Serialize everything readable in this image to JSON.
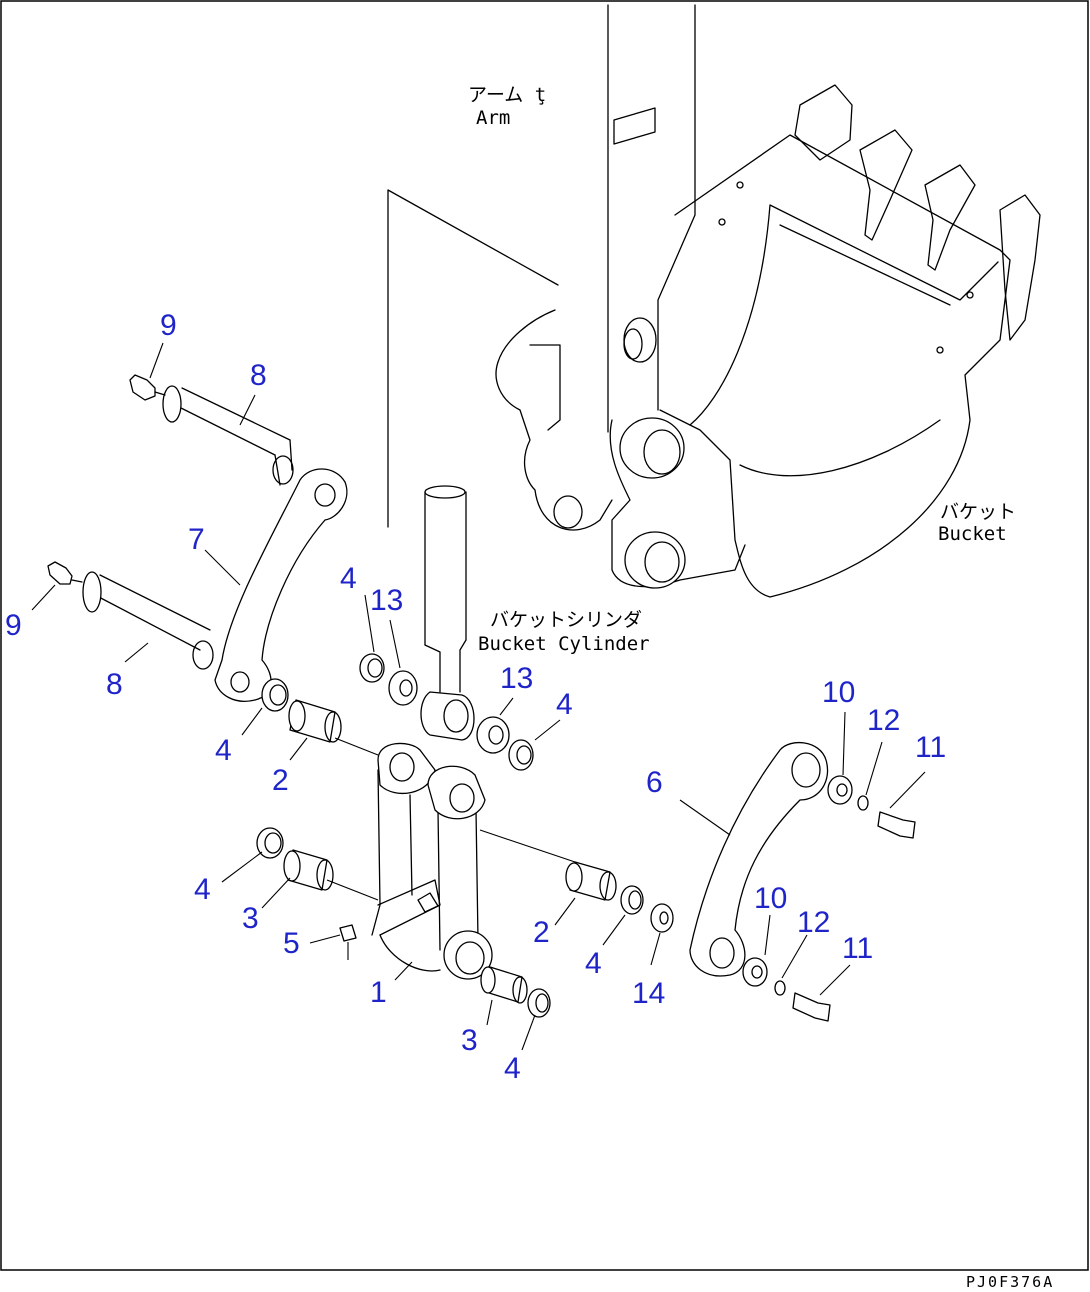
{
  "labels": {
    "arm_jp": "アーム ţ",
    "arm_en": "Arm",
    "bucket_jp": "バケット",
    "bucket_en": "Bucket",
    "cylinder_jp": "バケットシリンダ",
    "cylinder_en": "Bucket Cylinder"
  },
  "part_callouts": {
    "p1": "1",
    "p2a": "2",
    "p2b": "2",
    "p3a": "3",
    "p3b": "3",
    "p4a": "4",
    "p4b": "4",
    "p4c": "4",
    "p4d": "4",
    "p4e": "4",
    "p4f": "4",
    "p5": "5",
    "p6": "6",
    "p7": "7",
    "p8a": "8",
    "p8b": "8",
    "p9a": "9",
    "p9b": "9",
    "p10a": "10",
    "p10b": "10",
    "p11a": "11",
    "p11b": "11",
    "p12a": "12",
    "p12b": "12",
    "p13a": "13",
    "p13b": "13",
    "p14": "14"
  },
  "drawing_code": "PJ0F376A",
  "colors": {
    "callout": "#1f24c9",
    "line": "#000000"
  }
}
